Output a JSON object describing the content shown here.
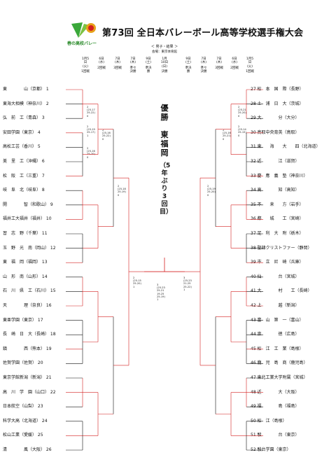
{
  "header": {
    "title": "第73回 全日本バレーボール高等学校選手権大会",
    "logo_caption": "春の高校バレー",
    "subtitle": "＜ 男子・結果 ＞",
    "venue": "会場：東京体育館"
  },
  "columns": {
    "left": [
      {
        "date": "1月5日(火)",
        "round": "1回戦"
      },
      {
        "date": "6日(水)",
        "round": "2回戦"
      },
      {
        "date": "7日(木)",
        "round": "3回戦"
      },
      {
        "date": "7日(木)",
        "round": "準々決勝"
      },
      {
        "date": "9日(土)",
        "round": "準決勝"
      }
    ],
    "center": {
      "date": "1月10日(日)",
      "round": "決勝"
    },
    "right": [
      {
        "date": "9日(土)",
        "round": "準決勝"
      },
      {
        "date": "7日(木)",
        "round": "準々決勝"
      },
      {
        "date": "7日(木)",
        "round": "3回戦"
      },
      {
        "date": "6日(水)",
        "round": "2回戦"
      },
      {
        "date": "1月5日(火)",
        "round": "1回戦"
      }
    ]
  },
  "champion": {
    "label": "優勝",
    "team": "東福岡",
    "note": "（5年ぶり3回目）"
  },
  "teams_left": [
    {
      "no": "1",
      "name": "東　　　　山",
      "pref": "京都"
    },
    {
      "no": "2",
      "name": "東海大相模",
      "pref": "神奈川"
    },
    {
      "no": "3",
      "name": "弘　前　工",
      "pref": "青森"
    },
    {
      "no": "4",
      "name": "安田学園",
      "pref": "東京"
    },
    {
      "no": "5",
      "name": "高松工芸",
      "pref": "香川"
    },
    {
      "no": "6",
      "name": "美　里　工",
      "pref": "沖縄"
    },
    {
      "no": "7",
      "name": "松　阪　工",
      "pref": "三重"
    },
    {
      "no": "8",
      "name": "岐　阜　北",
      "pref": "岐阜"
    },
    {
      "no": "9",
      "name": "開　　　　智",
      "pref": "和歌山"
    },
    {
      "no": "10",
      "name": "福井工大福井",
      "pref": "福井"
    },
    {
      "no": "11",
      "name": "習　志　野",
      "pref": "千葉"
    },
    {
      "no": "12",
      "name": "玉　野　光　南",
      "pref": "岡山"
    },
    {
      "no": "13",
      "name": "東　福　岡",
      "pref": "福岡"
    },
    {
      "no": "14",
      "name": "山　形　南",
      "pref": "山形"
    },
    {
      "no": "15",
      "name": "石　川　県　工",
      "pref": "石川"
    },
    {
      "no": "16",
      "name": "天　　　　理",
      "pref": "奈良"
    },
    {
      "no": "17",
      "name": "東亜学園",
      "pref": "東京"
    },
    {
      "no": "18",
      "name": "長　崎　日　大",
      "pref": "長崎"
    },
    {
      "no": "19",
      "name": "鎮　　　　西",
      "pref": "熊本"
    },
    {
      "no": "20",
      "name": "佐賀学園",
      "pref": "佐賀"
    },
    {
      "no": "21",
      "name": "東京学館新潟",
      "pref": "新潟"
    },
    {
      "no": "22",
      "name": "高　川　学　園",
      "pref": "山口"
    },
    {
      "no": "23",
      "name": "日本航空",
      "pref": "山梨"
    },
    {
      "no": "24",
      "name": "科学大高",
      "pref": "北海道"
    },
    {
      "no": "25",
      "name": "松山工業",
      "pref": "愛媛"
    },
    {
      "no": "26",
      "name": "清　　　　風",
      "pref": "大阪"
    }
  ],
  "teams_right": [
    {
      "no": "27",
      "name": "松　本　国　際",
      "pref": "長野"
    },
    {
      "no": "28",
      "name": "土　浦　日　大",
      "pref": "茨城"
    },
    {
      "no": "29",
      "name": "大　　　　分",
      "pref": "大分"
    },
    {
      "no": "30",
      "name": "鳥取中央育英",
      "pref": "鳥取"
    },
    {
      "no": "31",
      "name": "東　　海　　大　　四",
      "pref": "北海道"
    },
    {
      "no": "32",
      "name": "近　　　　江",
      "pref": "滋賀"
    },
    {
      "no": "33",
      "name": "慶　應　義　塾",
      "pref": "神奈川"
    },
    {
      "no": "34",
      "name": "高　　　　知",
      "pref": "高知"
    },
    {
      "no": "35",
      "name": "不　　来　　方",
      "pref": "岩手"
    },
    {
      "no": "36",
      "name": "都　　城　　工",
      "pref": "宮崎"
    },
    {
      "no": "37",
      "name": "足　利　大　附",
      "pref": "栃木"
    },
    {
      "no": "38",
      "name": "聖隷クリストファー",
      "pref": "静岡"
    },
    {
      "no": "39",
      "name": "市　立　尼　崎",
      "pref": "兵庫"
    },
    {
      "no": "40",
      "name": "仙　　　　台",
      "pref": "宮城"
    },
    {
      "no": "41",
      "name": "大　　　　村　　工",
      "pref": "長崎"
    },
    {
      "no": "42",
      "name": "上　　　　越",
      "pref": "新潟"
    },
    {
      "no": "43",
      "name": "富　山　第　一",
      "pref": "富山"
    },
    {
      "no": "44",
      "name": "崇　　　　徳",
      "pref": "広島"
    },
    {
      "no": "45",
      "name": "松　江　工　業",
      "pref": "島根"
    },
    {
      "no": "46",
      "name": "鹿　児　島　商",
      "pref": "鹿児島"
    },
    {
      "no": "47",
      "name": "東北工業大学附属",
      "pref": "宮城"
    },
    {
      "no": "48",
      "name": "近　　　　大",
      "pref": "大阪"
    },
    {
      "no": "49",
      "name": "福　　　　島",
      "pref": "福島"
    },
    {
      "no": "50",
      "name": "松　江",
      "pref": "島根"
    },
    {
      "no": "51",
      "name": "駿　　　　台",
      "pref": "東京"
    },
    {
      "no": "52",
      "name": "駿台学園",
      "pref": "東京"
    }
  ],
  "scores": [
    {
      "id": "l-r1-a",
      "text": "2\n(25-17\n25-22)\n0"
    },
    {
      "id": "l-r1-b",
      "text": "2\n(25-19\n25-17)\n1"
    },
    {
      "id": "l-r1-c",
      "text": "2\n(25-16\n25-20)\n0"
    },
    {
      "id": "l-r2-a",
      "text": "2\n(25-16\n25-22)\n0"
    },
    {
      "id": "l-r3-a",
      "text": "2\n(25-18\n25-19)\n0"
    },
    {
      "id": "l-r4-a",
      "text": "2\n(25-15\n25-20)\n1"
    },
    {
      "id": "final",
      "text": "3\n(25-23\n25-21\n19-25\n25-19)\n1"
    },
    {
      "id": "r-r1-a",
      "text": "2\n(25-21\n25-20)\n0"
    },
    {
      "id": "r-r1-b",
      "text": "2\n(25-14\n25-15)\n0"
    },
    {
      "id": "r-r2-a",
      "text": "2\n(25-16\n25-21)\n0"
    },
    {
      "id": "r-r3-a",
      "text": "2\n(25-19\n25-20)\n0"
    },
    {
      "id": "r-r4-a",
      "text": "3\n(25-23\n21-25\n25-22)\n1"
    }
  ],
  "colors": {
    "winner_line": "#d42020",
    "line": "#111111",
    "logo_green": "#2a9a3a",
    "logo_red": "#d42020"
  }
}
